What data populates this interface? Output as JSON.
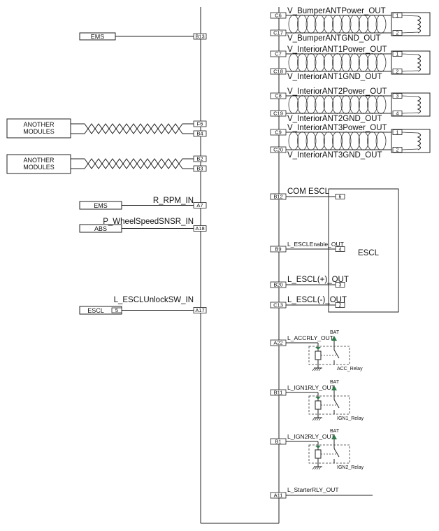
{
  "left_modules": [
    {
      "label": "EMS",
      "pins": [
        "B13"
      ]
    },
    {
      "label": "ANOTHER MODULES",
      "pins": [
        "F6",
        "B4"
      ]
    },
    {
      "label": "ANOTHER MODULES",
      "pins": [
        "B2",
        "B3"
      ]
    },
    {
      "label": "EMS",
      "signal": "R_RPM_IN",
      "pins": [
        "A7"
      ]
    },
    {
      "label": "ABS",
      "signal": "P_WheelSpeedSNSR_IN",
      "pins": [
        "A18"
      ]
    },
    {
      "label": "ESCL",
      "connector_pin": "5",
      "signal": "L_ESCLUnlockSW_IN",
      "pins": [
        "A17"
      ]
    }
  ],
  "antennas": [
    {
      "power_signal": "V_BumperANTPower_OUT",
      "gnd_signal": "V_BumperANTGND_OUT",
      "pins": [
        "C6",
        "C17"
      ],
      "coil_pins": [
        "1",
        "2"
      ]
    },
    {
      "power_signal": "V_InteriorANT1Power_OUT",
      "gnd_signal": "V_InteriorANT1GND_OUT",
      "pins": [
        "C7",
        "C18"
      ],
      "coil_pins": [
        "1",
        "2"
      ]
    },
    {
      "power_signal": "V_InteriorANT2Power_OUT",
      "gnd_signal": "V_InteriorANT2GND_OUT",
      "pins": [
        "C8",
        "C19"
      ],
      "coil_pins": [
        "3",
        "4"
      ]
    },
    {
      "power_signal": "V_InteriorANT3Power_OUT",
      "gnd_signal": "V_InteriorANT3GND_OUT",
      "pins": [
        "C9",
        "C20"
      ],
      "coil_pins": [
        "1",
        "2"
      ]
    }
  ],
  "escl": {
    "label": "ESCL",
    "signals": [
      {
        "name": "COM ESCL",
        "pin": "B12",
        "module_pin": "6"
      },
      {
        "name": "L_ESCLEnable_OUT",
        "pin": "B9",
        "module_pin": "4"
      },
      {
        "name": "L_ESCL(+)_OUT",
        "pin": "B20",
        "module_pin": "3"
      },
      {
        "name": "L_ESCL(-)_OUT",
        "pin": "C13",
        "module_pin": "2"
      }
    ]
  },
  "relays": [
    {
      "signal": "L_ACCRLY_OUT",
      "pin": "A22",
      "supply": "BAT",
      "name": "ACC_Relay"
    },
    {
      "signal": "L_IGN1RLY_OUT",
      "pin": "B11",
      "supply": "BAT",
      "name": "IGN1_Relay"
    },
    {
      "signal": "L_IGN2RLY_OUT",
      "pin": "B1",
      "supply": "BAT",
      "name": "IGN2_Relay"
    }
  ],
  "starter": {
    "signal": "L_StarterRLY_OUT",
    "pin": "A11"
  },
  "colors": {
    "line": "#222222",
    "arrow": "#2f7a4a",
    "background": "#ffffff"
  }
}
